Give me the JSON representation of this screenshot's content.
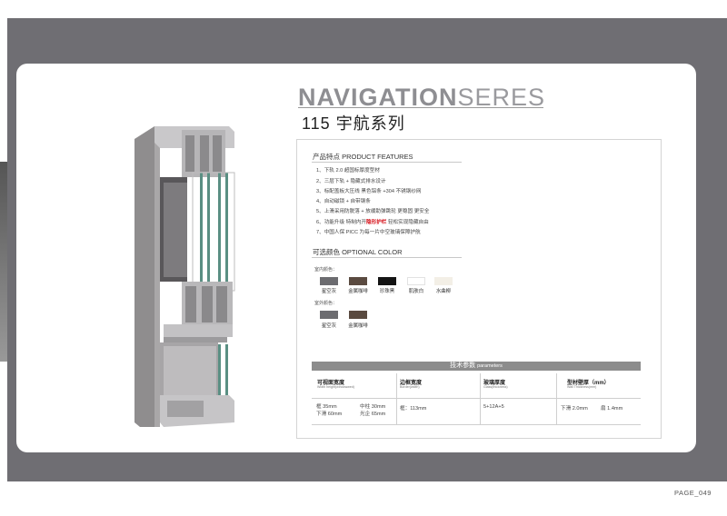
{
  "title": {
    "bold": "NAVIGATION",
    "light": "SERES",
    "cn": "115 宇航系列"
  },
  "features": {
    "heading": "产品特点 PRODUCT FEATURES",
    "items": [
      "1、下轨 2.0 超国标厚度型材",
      "2、三层下轨 + 隐藏式排水设计",
      "3、标配盖板大压线  黑色铝条 +304 不锈钢纱网",
      "4、自动磁锁 + 自带钢条",
      "5、上滑采用防脱落 + 放缓助弹跳轮  更稳固  更安全",
      "6、功能升级  特制内开",
      "轻松实现隐藏自由",
      "7、中国人保 PICC 为每一片中空玻璃保障护航"
    ],
    "highlight": "隐形护栏"
  },
  "colors": {
    "heading": "可选颜色 OPTIONAL  COLOR",
    "inner_label": "室内颜色：",
    "outer_label": "室外颜色：",
    "inner": [
      {
        "name": "星空灰",
        "hex": "#6c6c70"
      },
      {
        "name": "金属咖啡",
        "hex": "#5a4a40"
      },
      {
        "name": "珍珠黑",
        "hex": "#141414"
      },
      {
        "name": "肌肤白",
        "hex": "#ffffff"
      },
      {
        "name": "水曲柳",
        "hex": "#f3efe6"
      }
    ],
    "outer": [
      {
        "name": "星空灰",
        "hex": "#6c6c70"
      },
      {
        "name": "金属咖啡",
        "hex": "#5a4a40"
      }
    ]
  },
  "parameters": {
    "title_cn": "技术参数",
    "title_en": "parameters",
    "columns": [
      {
        "head": "可视面宽度",
        "sub": "Width height(windowwed)"
      },
      {
        "head": "边框宽度",
        "sub": "Border(width)"
      },
      {
        "head": "玻璃厚度",
        "sub": "Glass(thickness)"
      },
      {
        "head": "型材壁厚（mm）",
        "sub": "Wall Thickness(mm)"
      }
    ],
    "values": {
      "c1_l1": "框 35mm",
      "c1_l1b": "中柱 30mm",
      "c1_l2": "下滑 60mm",
      "c1_l2b": "光企 65mm",
      "c2": "框：113mm",
      "c3": "5+12A+5",
      "c4a": "下滑 2.0mm",
      "c4b": "扇 1.4mm"
    }
  },
  "page_number": "PAGE_049"
}
